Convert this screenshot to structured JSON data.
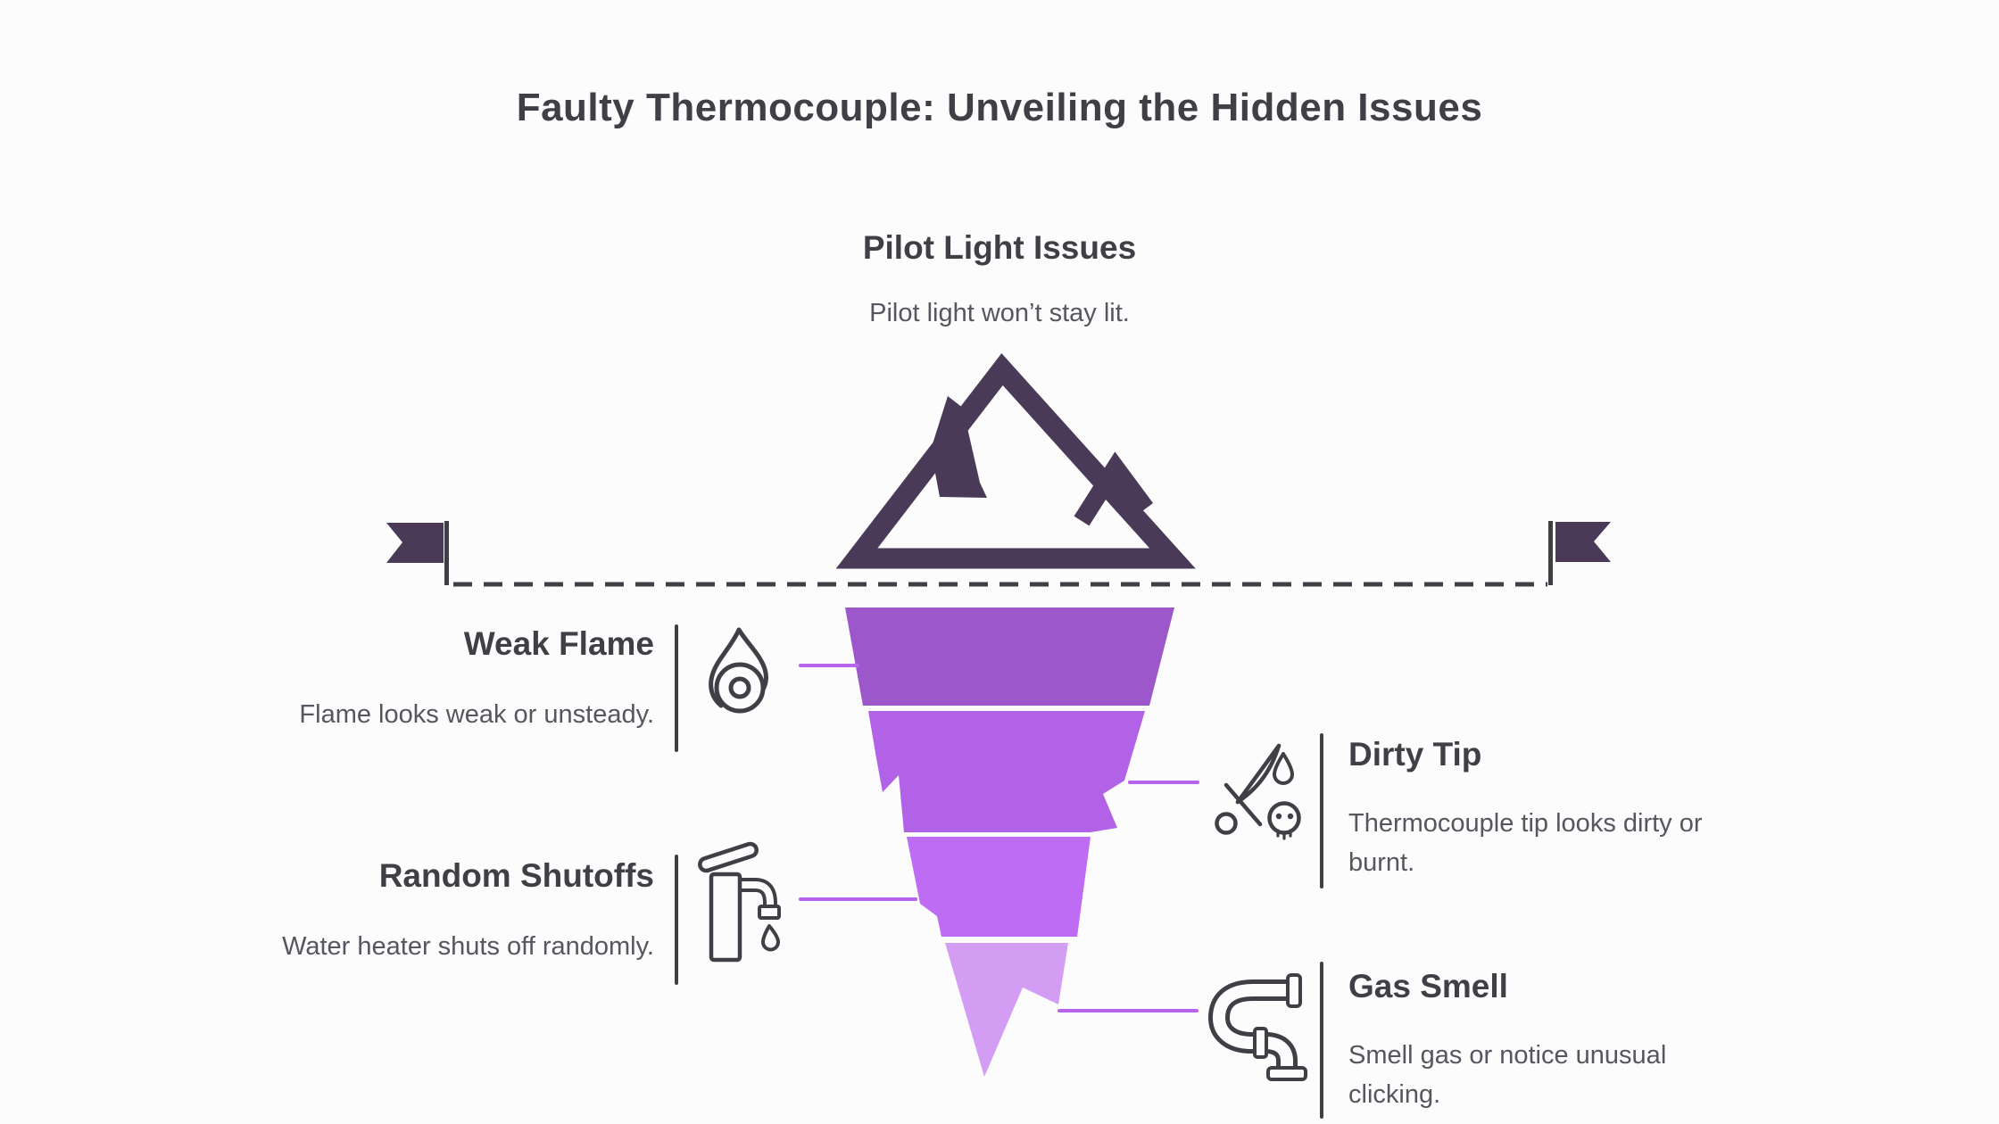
{
  "title": "Faulty Thermocouple: Unveiling the Hidden Issues",
  "surface": {
    "heading": "Pilot Light Issues",
    "description": "Pilot light won’t stay lit."
  },
  "items": [
    {
      "heading": "Weak Flame",
      "description": "Flame looks weak or unsteady.",
      "icon": "flame-burner-icon",
      "side": "left"
    },
    {
      "heading": "Dirty Tip",
      "description": "Thermocouple tip looks dirty or burnt.",
      "icon": "dagger-skull-icon",
      "side": "right"
    },
    {
      "heading": "Random Shutoffs",
      "description": "Water heater shuts off randomly.",
      "icon": "faucet-drip-icon",
      "side": "left"
    },
    {
      "heading": "Gas Smell",
      "description": "Smell gas or notice unusual clicking.",
      "icon": "gas-pipe-icon",
      "side": "right"
    }
  ],
  "colors": {
    "background": "#fcfcfd",
    "ink_dark": "#3f3f46",
    "text_secondary": "#56565e",
    "iceberg_dark": "#4a3957",
    "segment1": "#9c57cb",
    "segment2": "#b162e6",
    "segment3": "#bd6cf3",
    "segment4": "#d29df2",
    "connector": "#b763ea"
  }
}
